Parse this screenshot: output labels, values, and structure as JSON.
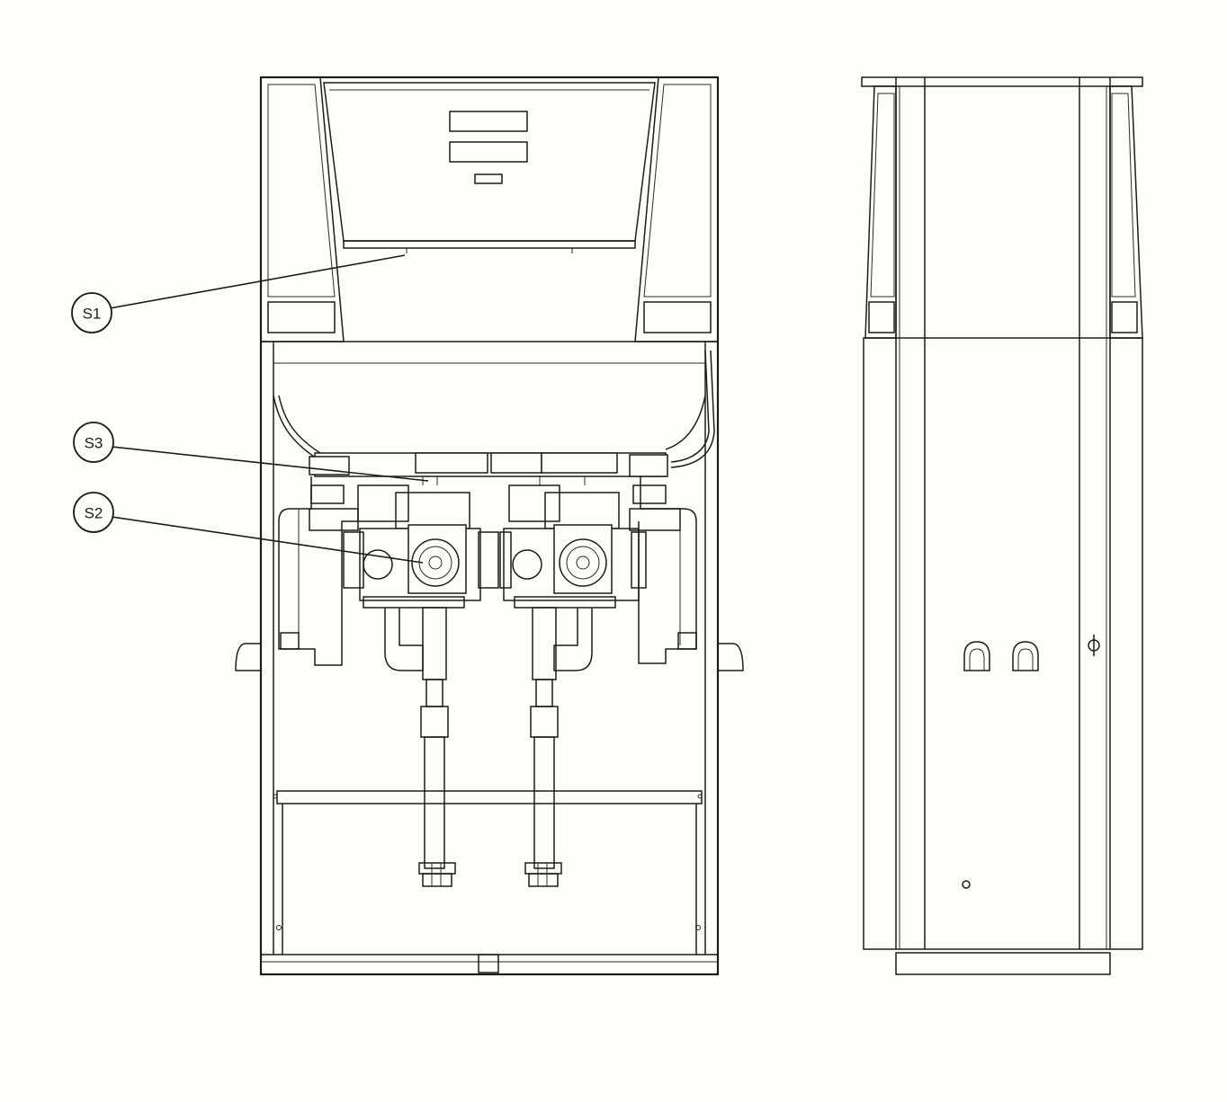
{
  "colors": {
    "line": "#1c1c1c",
    "paper": "#fdfdfa"
  },
  "callouts": [
    {
      "label": "S1"
    },
    {
      "label": "S3"
    },
    {
      "label": "S2"
    }
  ]
}
